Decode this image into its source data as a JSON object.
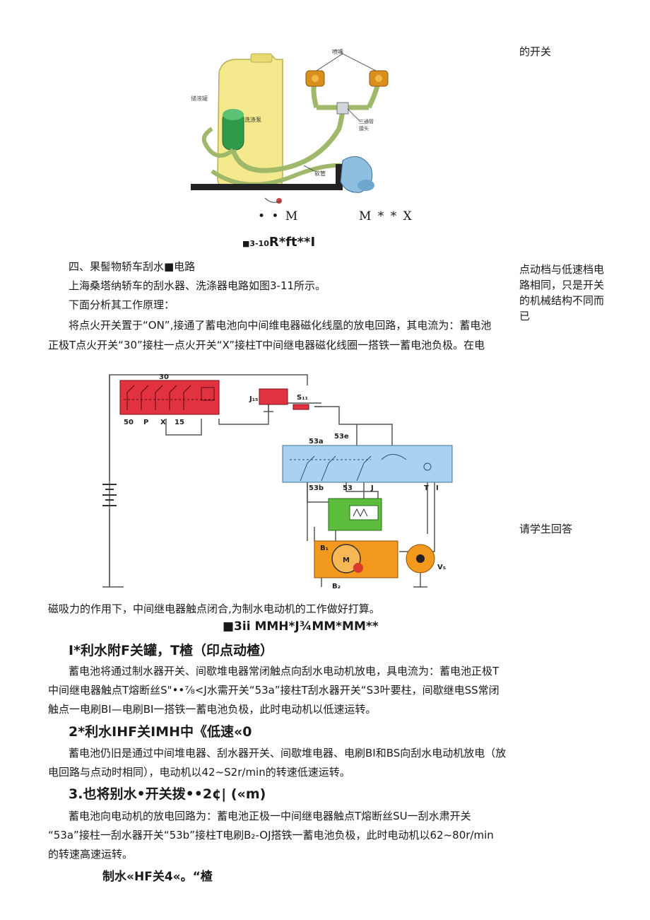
{
  "sidebar": {
    "note1": "的开关",
    "note2_lines": [
      "点动档与低速档电",
      "路相同，只是开关",
      "的机械结构不同而",
      "已"
    ],
    "note3": "请学生回答"
  },
  "figure1": {
    "labels": {
      "reservoir": "储液罐",
      "nozzle": "喷嘴",
      "pump": "洗涤泵",
      "tee_l1": "三通管",
      "tee_l2": "接头",
      "hose": "软管"
    },
    "sub_left": "• • M",
    "sub_right": "M * * X",
    "caption": "R*ft**I",
    "caption_prefix": "■3-10"
  },
  "section": {
    "heading": "四、果髻物轿车刮水■电路",
    "p1": "上海桑塔纳轿车的刮水器、洗涤器电路如图3-11所示。",
    "p2": "下面分析其工作原理：",
    "p3_line1": "将点火开关置于“ON”,接通了蓄电池向中间维电器磁化线凰的放电回路，其电流为：蓄电池",
    "p3_line2": "正极T点火开关“30”接柱一点火开关“X”接柱T中间继电器磁化线圈一搭铁一蓄电池负极。在电"
  },
  "figure2": {
    "labels": {
      "t30": "30",
      "t50": "50",
      "tP": "P",
      "tX": "X",
      "t15": "15",
      "j": "J₁₅",
      "s": "S₁₁",
      "t53a": "53a",
      "t53e": "53e",
      "t53b": "53b",
      "t53": "53",
      "tJ": "J",
      "tT": "T",
      "tI": "I",
      "b1": "B₁",
      "b2": "B₂",
      "m": "M",
      "v": "V₅"
    }
  },
  "body": {
    "after_fig": "磁吸力的作用下，中间继电器触点闭合,为制水电动机的工作做好打算。",
    "caption2": "■3ii MMH*J¾MM*MM**",
    "h1": "I*利水附F关罐，T楂（印点动楂）",
    "p4_line1": "蓄电池将通过制水器开关、间歇堆电器常闭触点向刮水电动机放电，具电流为：蓄电池正极T",
    "p4_line2": "中间继电器触点T熔断丝S\"••⅞<J水需开关“53a”接柱T刮水器开关“S3叶要柱，间歇继电SS常闭",
    "p4_line3": "触点一电刷BI—电刷BI一搭铁一蓄电池负极，此时电动机以低速运转。",
    "h2": "2*利水IHF关IMH中《低速«0",
    "p5_line1": "蓄电池仍旧是通过中间堆电器、刮水器开关、间歇堆电器、电刷BI和BS向刮水电动机放电（放",
    "p5_line2": "电回路与点动时相同），电动机以42~S2r/min的转速低速运转。",
    "h3": "3.也将别水•开关拨••2¢|  («m)",
    "p6_line1": "蓄电池向电动机的放电回路为：蓄电池正极一中间继电器触点T熔断丝SU一刮水肃开关",
    "p6_line2": "“53a”接柱一刮水器开关“53b”接柱T电刷B₂-OJ搭铁一蓄电池负极，此时电动机以62~80r/min",
    "p6_line3": "的转速高速运转。",
    "h4": "制水«HF关4«。“楂"
  }
}
